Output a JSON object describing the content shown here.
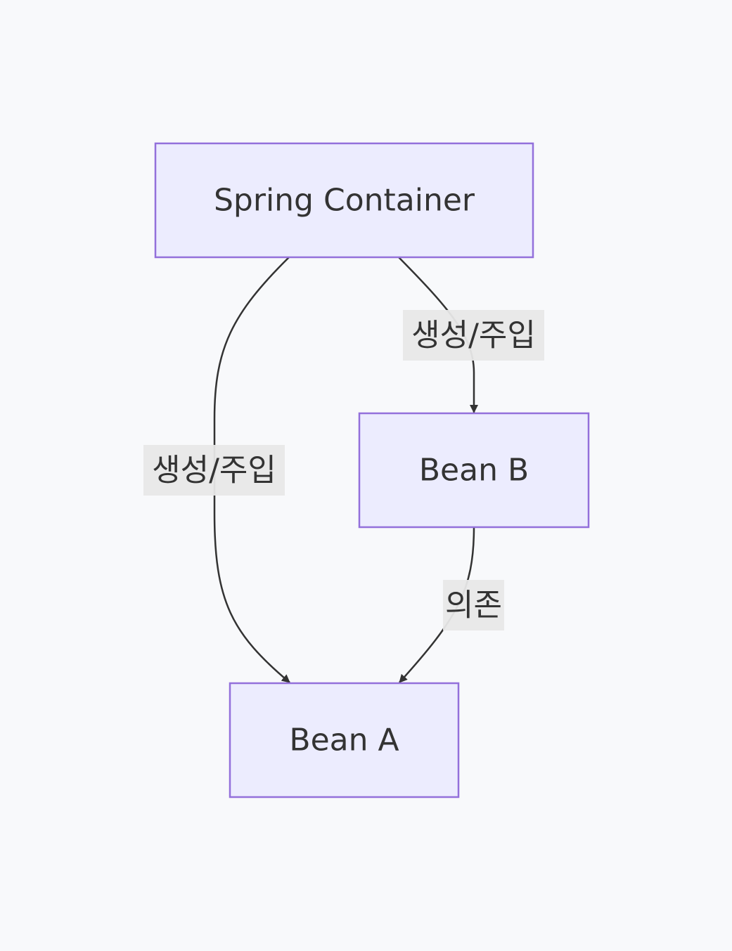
{
  "diagram": {
    "type": "flowchart",
    "nodes": {
      "container": {
        "label": "Spring Container"
      },
      "bean_b": {
        "label": "Bean B"
      },
      "bean_a": {
        "label": "Bean A"
      }
    },
    "edges": [
      {
        "from": "container",
        "to": "bean_a",
        "label": "생성/주입"
      },
      {
        "from": "container",
        "to": "bean_b",
        "label": "생성/주입"
      },
      {
        "from": "bean_b",
        "to": "bean_a",
        "label": "의존"
      }
    ],
    "colors": {
      "background": "#f8f9fb",
      "node_fill": "#ececfe",
      "node_border": "#9370db",
      "edge": "#333333",
      "label_bg": "#e8e8e8",
      "text": "#333333"
    }
  }
}
